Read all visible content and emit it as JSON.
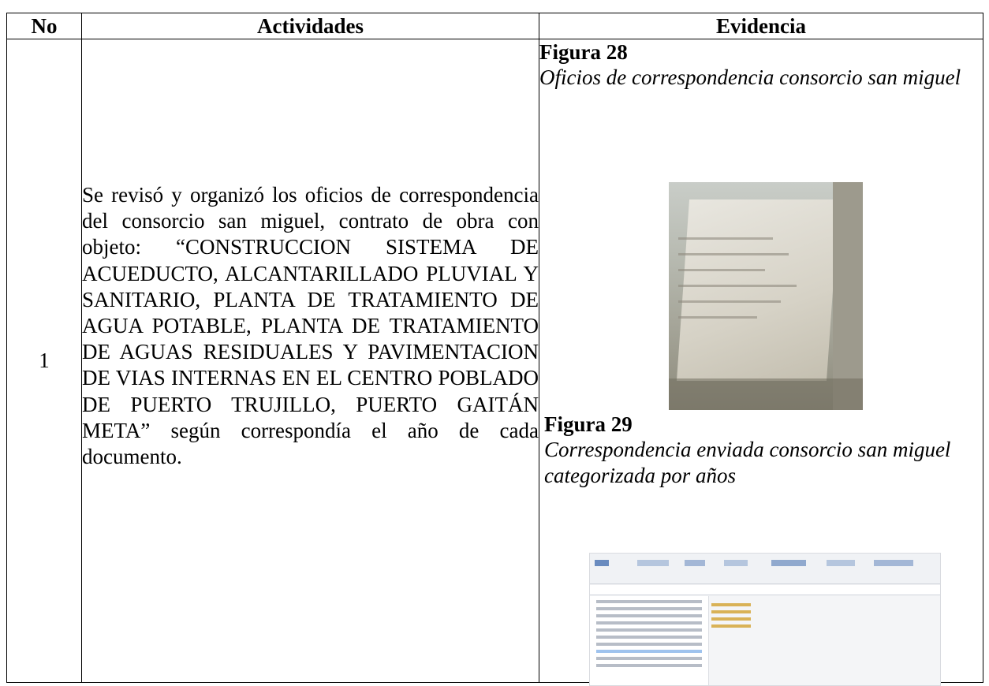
{
  "table": {
    "headers": {
      "no": "No",
      "activities": "Actividades",
      "evidence": "Evidencia"
    },
    "rows": [
      {
        "no": "1",
        "activity": "Se revisó y organizó los oficios de correspondencia del consorcio san miguel, contrato de obra con objeto: “CONSTRUCCION SISTEMA DE ACUEDUCTO, ALCANTARILLADO PLUVIAL Y SANITARIO, PLANTA DE TRATAMIENTO DE AGUA POTABLE, PLANTA DE TRATAMIENTO DE AGUAS RESIDUALES Y PAVIMENTACION DE VIAS INTERNAS EN EL CENTRO POBLADO DE PUERTO TRUJILLO, PUERTO GAITÁN META” según correspondía el año de cada documento.",
        "figures": [
          {
            "title": "Figura 28",
            "caption": "Oficios de correspondencia consorcio san miguel"
          },
          {
            "title": "Figura 29",
            "caption": "Correspondencia enviada consorcio san miguel categorizada por años"
          }
        ]
      }
    ]
  }
}
